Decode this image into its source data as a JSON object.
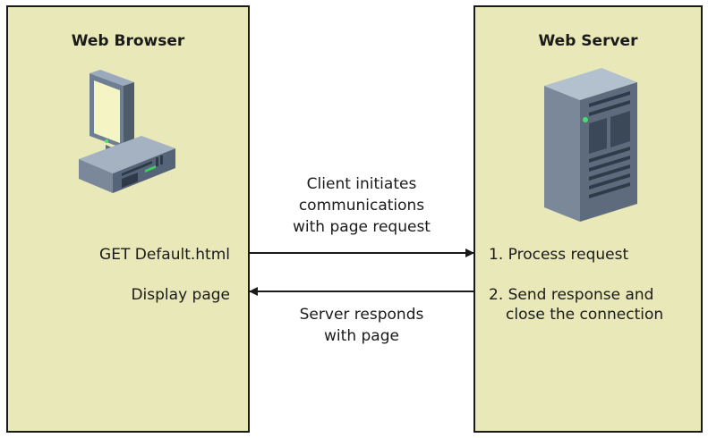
{
  "browser": {
    "title": "Web Browser",
    "get_request": "GET Default.html",
    "display_page": "Display page",
    "icon": "desktop-computer-icon"
  },
  "server": {
    "title": "Web Server",
    "step1": "1. Process request",
    "step2_line1": "2. Send response and",
    "step2_line2": "close the connection",
    "icon": "server-tower-icon"
  },
  "messages": {
    "client_line1": "Client initiates",
    "client_line2": "communications",
    "client_line3": "with page request",
    "server_line1": "Server responds",
    "server_line2": "with page"
  },
  "colors": {
    "panel_bg": "#e8e8b8",
    "border": "#1a1a1a"
  }
}
